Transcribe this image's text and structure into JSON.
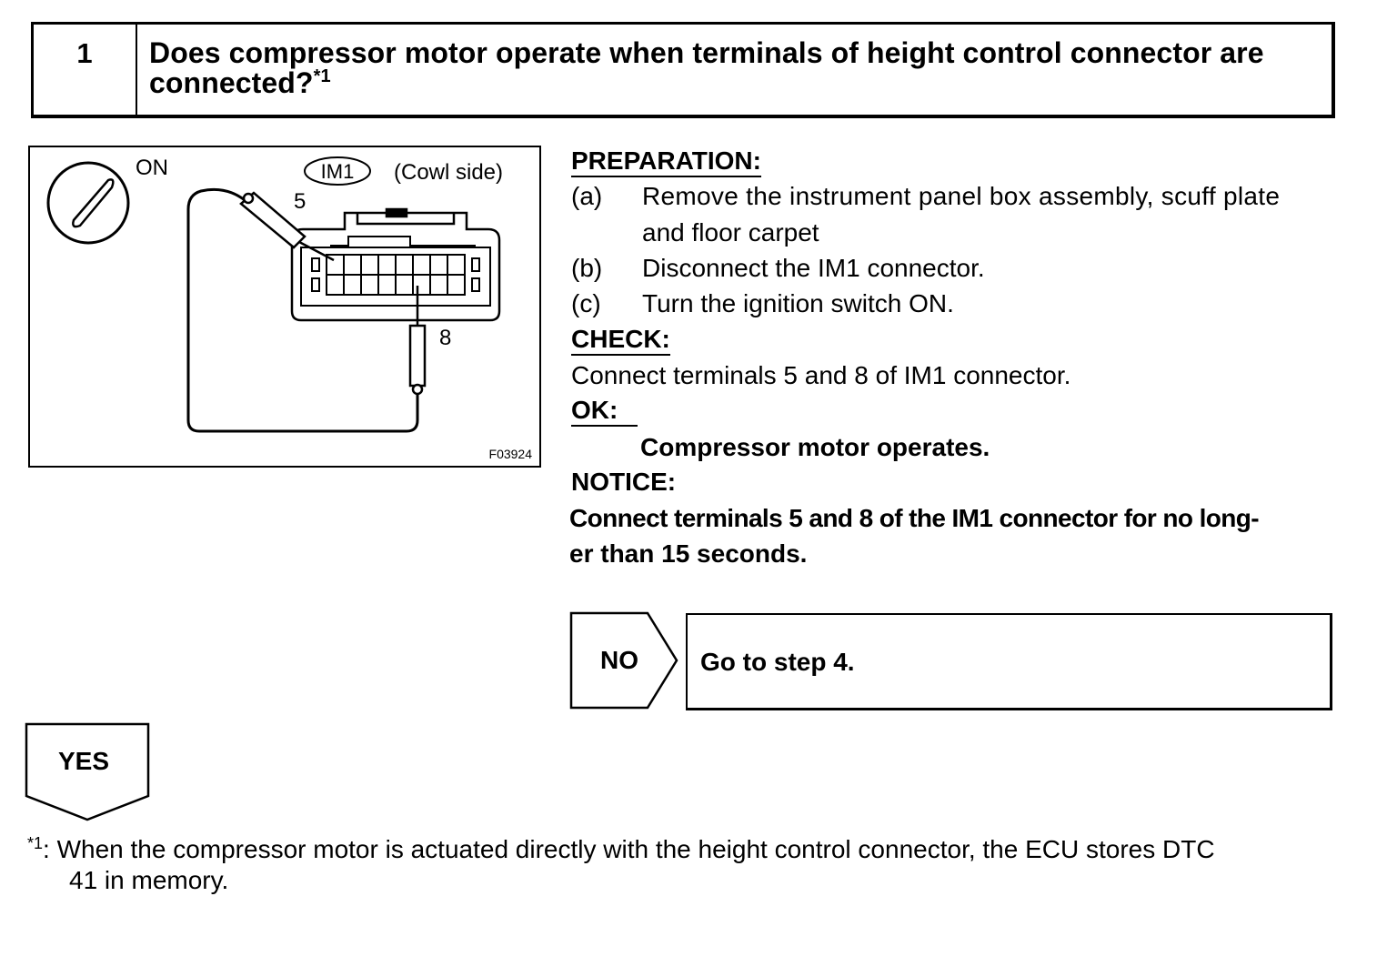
{
  "step": {
    "number": "1",
    "question": "Does compressor motor operate when terminals of height control connector are connected?",
    "question_note": "*1"
  },
  "figure": {
    "switch_label": "ON",
    "connector_name": "IM1",
    "connector_side": "(Cowl side)",
    "terminal_a": "5",
    "terminal_b": "8",
    "figure_code": "F03924"
  },
  "preparation": {
    "heading": "PREPARATION:",
    "items": [
      {
        "marker": "(a)",
        "line1": "Remove the instrument panel box assembly, scuff plate",
        "line2": "and floor carpet"
      },
      {
        "marker": "(b)",
        "line1": "Disconnect the IM1 connector."
      },
      {
        "marker": "(c)",
        "line1": "Turn the ignition switch ON."
      }
    ]
  },
  "check": {
    "heading": "CHECK:",
    "text": "Connect terminals 5 and 8 of IM1 connector."
  },
  "ok": {
    "heading": "OK:",
    "text": "Compressor motor operates."
  },
  "notice": {
    "heading": "NOTICE:",
    "line1": "Connect terminals 5 and 8 of the IM1 connector for no long-",
    "line2": "er than 15 seconds."
  },
  "branches": {
    "no_label": "NO",
    "no_action": "Go to step 4.",
    "yes_label": "YES"
  },
  "footnote": {
    "marker": "*1",
    "line1": ": When the compressor motor is actuated directly with the height control connector, the ECU stores DTC",
    "line2": "41 in memory."
  }
}
